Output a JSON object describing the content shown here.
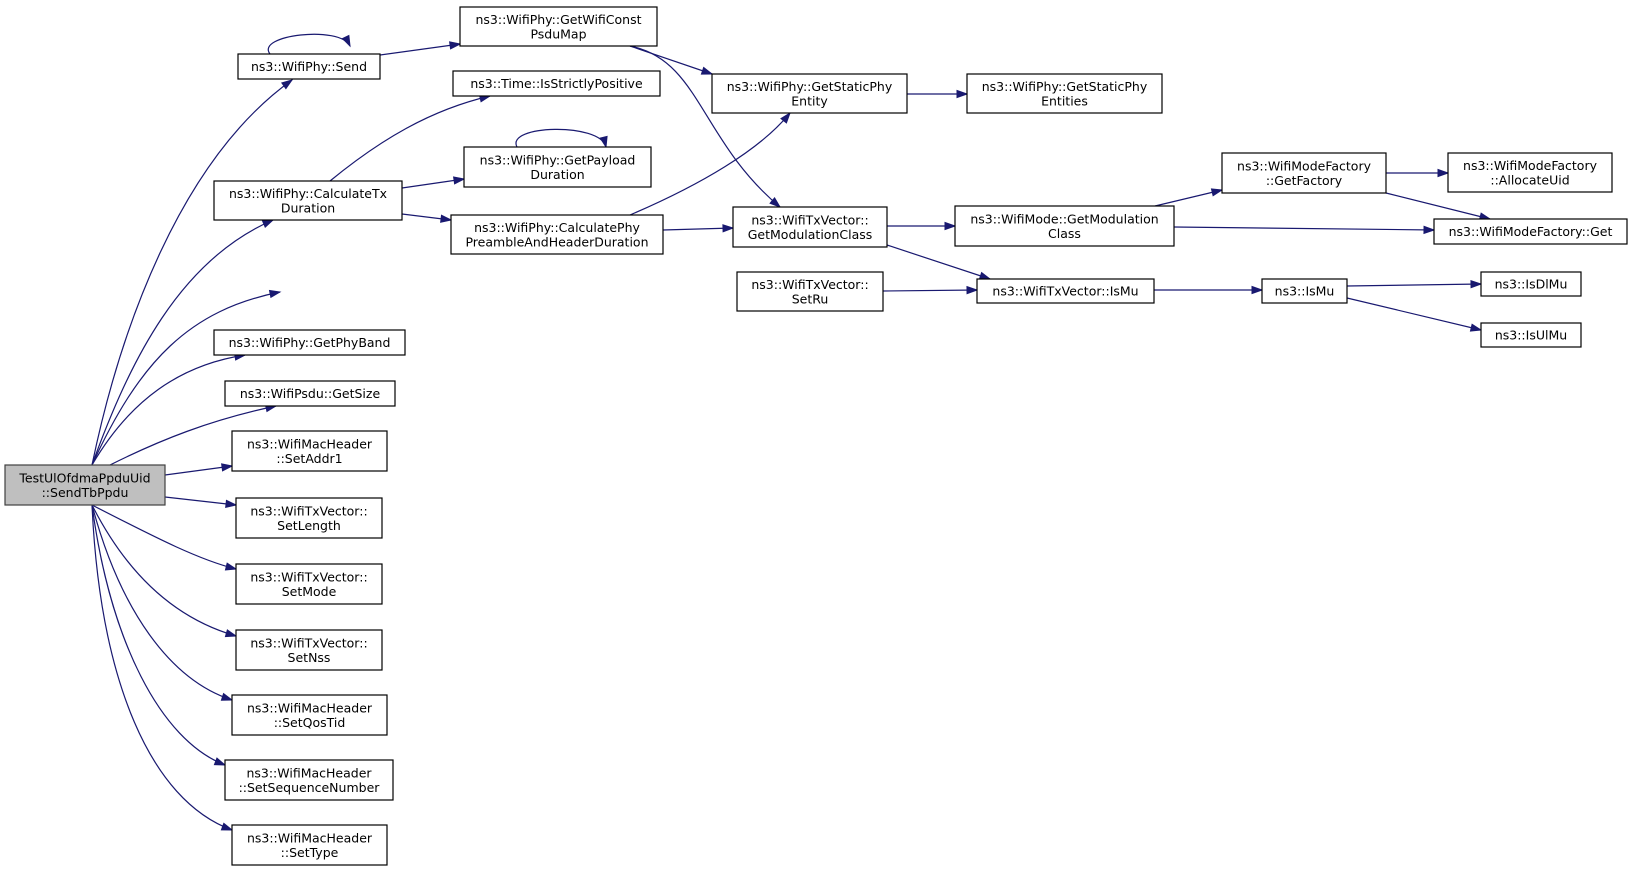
{
  "diagram": {
    "type": "call-graph",
    "edge_color": "#191970",
    "root_fill": "#bfbfbf",
    "node_fill": "#ffffff",
    "nodes": [
      {
        "id": "root",
        "lines": [
          "TestUlOfdmaPpduUid",
          "::SendTbPpdu"
        ]
      },
      {
        "id": "phy_send",
        "lines": [
          "ns3::WifiPhy::Send"
        ]
      },
      {
        "id": "const_psdu",
        "lines": [
          "ns3::WifiPhy::GetWifiConst",
          "PsduMap"
        ]
      },
      {
        "id": "strictly_pos",
        "lines": [
          "ns3::Time::IsStrictlyPositive"
        ]
      },
      {
        "id": "static_phy",
        "lines": [
          "ns3::WifiPhy::GetStaticPhy",
          "Entity"
        ]
      },
      {
        "id": "static_phys",
        "lines": [
          "ns3::WifiPhy::GetStaticPhy",
          "Entities"
        ]
      },
      {
        "id": "payload",
        "lines": [
          "ns3::WifiPhy::GetPayload",
          "Duration"
        ]
      },
      {
        "id": "calc_tx",
        "lines": [
          "ns3::WifiPhy::CalculateTx",
          "Duration"
        ]
      },
      {
        "id": "preamble",
        "lines": [
          "ns3::WifiPhy::CalculatePhy",
          "PreambleAndHeaderDuration"
        ]
      },
      {
        "id": "txv_mod",
        "lines": [
          "ns3::WifiTxVector::",
          "GetModulationClass"
        ]
      },
      {
        "id": "mode_mod",
        "lines": [
          "ns3::WifiMode::GetModulation",
          "Class"
        ]
      },
      {
        "id": "factory_get_factory",
        "lines": [
          "ns3::WifiModeFactory",
          "::GetFactory"
        ]
      },
      {
        "id": "alloc_uid",
        "lines": [
          "ns3::WifiModeFactory",
          "::AllocateUid"
        ]
      },
      {
        "id": "factory_get",
        "lines": [
          "ns3::WifiModeFactory::Get"
        ]
      },
      {
        "id": "set_ru",
        "lines": [
          "ns3::WifiTxVector::",
          "SetRu"
        ]
      },
      {
        "id": "txv_ismu",
        "lines": [
          "ns3::WifiTxVector::IsMu"
        ]
      },
      {
        "id": "ismu",
        "lines": [
          "ns3::IsMu"
        ]
      },
      {
        "id": "isdlmu",
        "lines": [
          "ns3::IsDlMu"
        ]
      },
      {
        "id": "isulmu",
        "lines": [
          "ns3::IsUlMu"
        ]
      },
      {
        "id": "phy_band",
        "lines": [
          "ns3::WifiPhy::GetPhyBand"
        ]
      },
      {
        "id": "psdu_size",
        "lines": [
          "ns3::WifiPsdu::GetSize"
        ]
      },
      {
        "id": "addr1",
        "lines": [
          "ns3::WifiMacHeader",
          "::SetAddr1"
        ]
      },
      {
        "id": "set_length",
        "lines": [
          "ns3::WifiTxVector::",
          "SetLength"
        ]
      },
      {
        "id": "set_mode",
        "lines": [
          "ns3::WifiTxVector::",
          "SetMode"
        ]
      },
      {
        "id": "set_nss",
        "lines": [
          "ns3::WifiTxVector::",
          "SetNss"
        ]
      },
      {
        "id": "qos_tid",
        "lines": [
          "ns3::WifiMacHeader",
          "::SetQosTid"
        ]
      },
      {
        "id": "seq_num",
        "lines": [
          "ns3::WifiMacHeader",
          "::SetSequenceNumber"
        ]
      },
      {
        "id": "set_type",
        "lines": [
          "ns3::WifiMacHeader",
          "::SetType"
        ]
      }
    ],
    "edges": [
      [
        "root",
        "phy_send"
      ],
      [
        "root",
        "calc_tx"
      ],
      [
        "root",
        "set_ru"
      ],
      [
        "root",
        "phy_band"
      ],
      [
        "root",
        "psdu_size"
      ],
      [
        "root",
        "addr1"
      ],
      [
        "root",
        "set_length"
      ],
      [
        "root",
        "set_mode"
      ],
      [
        "root",
        "set_nss"
      ],
      [
        "root",
        "qos_tid"
      ],
      [
        "root",
        "seq_num"
      ],
      [
        "root",
        "set_type"
      ],
      [
        "phy_send",
        "phy_send"
      ],
      [
        "phy_send",
        "const_psdu"
      ],
      [
        "const_psdu",
        "static_phy"
      ],
      [
        "const_psdu",
        "txv_mod"
      ],
      [
        "static_phy",
        "static_phys"
      ],
      [
        "calc_tx",
        "strictly_pos"
      ],
      [
        "calc_tx",
        "payload"
      ],
      [
        "calc_tx",
        "preamble"
      ],
      [
        "payload",
        "payload"
      ],
      [
        "preamble",
        "static_phy"
      ],
      [
        "preamble",
        "txv_mod"
      ],
      [
        "txv_mod",
        "mode_mod"
      ],
      [
        "txv_mod",
        "txv_ismu"
      ],
      [
        "mode_mod",
        "factory_get_factory"
      ],
      [
        "mode_mod",
        "factory_get"
      ],
      [
        "factory_get_factory",
        "alloc_uid"
      ],
      [
        "factory_get_factory",
        "factory_get"
      ],
      [
        "set_ru",
        "txv_ismu"
      ],
      [
        "txv_ismu",
        "ismu"
      ],
      [
        "ismu",
        "isdlmu"
      ],
      [
        "ismu",
        "isulmu"
      ]
    ]
  }
}
